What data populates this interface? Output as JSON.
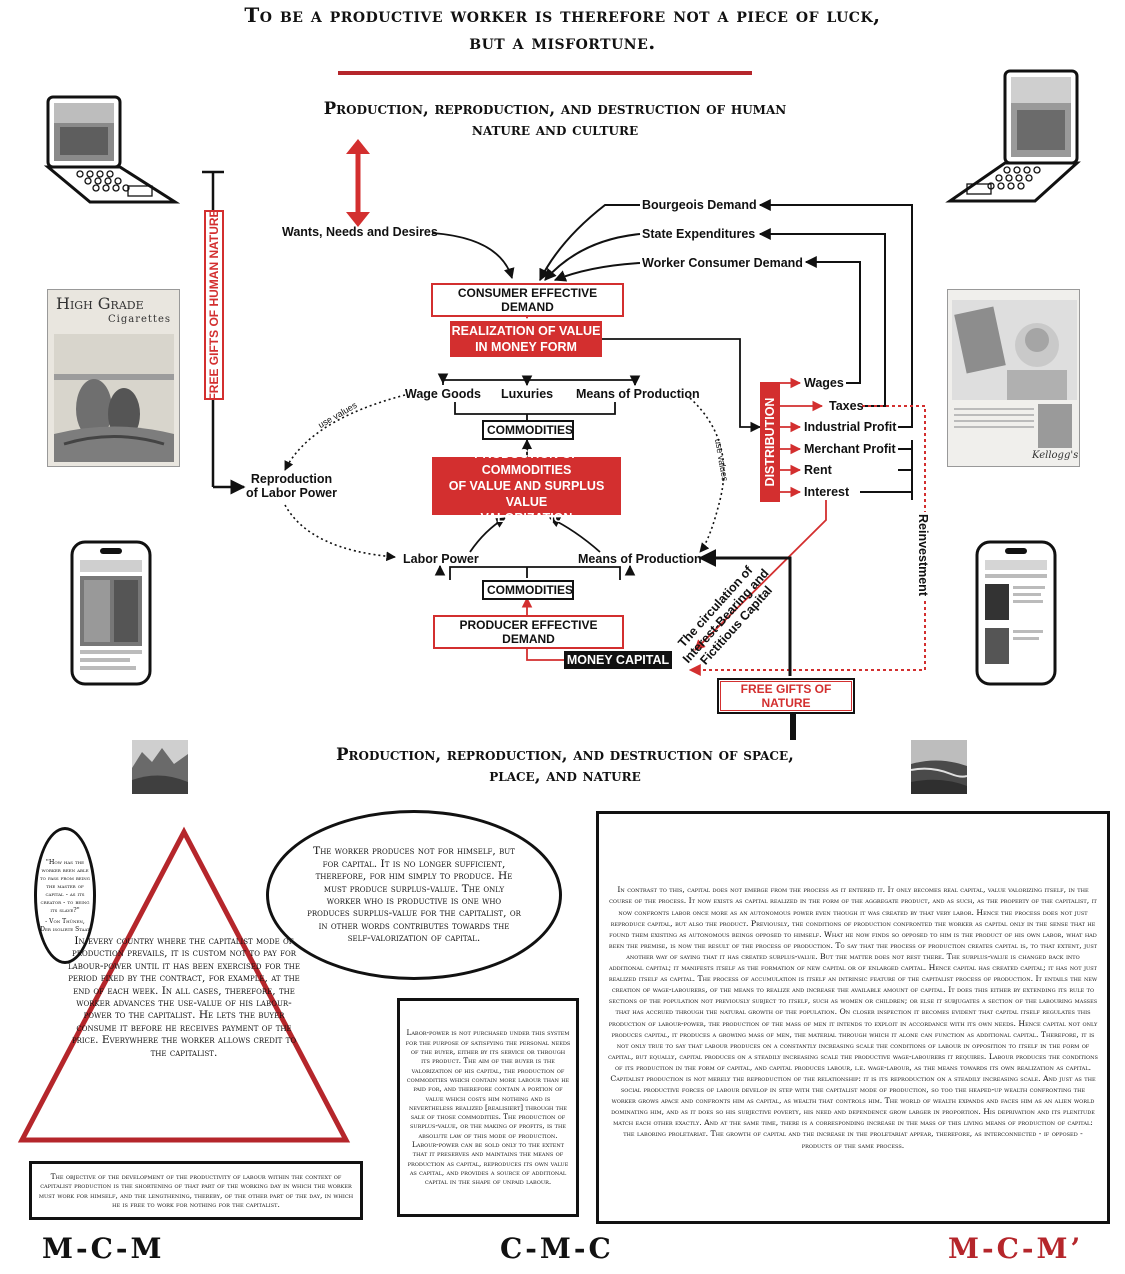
{
  "header": {
    "title_line1": "To be a productive worker is therefore not a piece of luck,",
    "title_line2": "but a misfortune."
  },
  "top_subhead": {
    "line1": "Production, reproduction, and destruction of human",
    "line2": "nature and culture"
  },
  "bottom_subhead": {
    "line1": "Production, reproduction, and destruction of space,",
    "line2": "place, and nature"
  },
  "diagram": {
    "free_gifts_human_nature": "FREE GIFTS OF HUMAN NATURE",
    "wants_needs": "Wants, Needs and Desires",
    "consumer_effective_demand": "CONSUMER EFFECTIVE DEMAND",
    "realization_line1": "REALIZATION OF VALUE",
    "realization_line2": "IN MONEY FORM",
    "wage_goods": "Wage Goods",
    "luxuries": "Luxuries",
    "means_of_production_top": "Means of Production",
    "commodities_top": "COMMODITIES",
    "production_line1": "PRODUCTION OF COMMODITIES",
    "production_line2": "OF VALUE AND SURPLUS VALUE",
    "production_line3": "VALORIZATION",
    "use_values_left": "use values",
    "use_values_right": "use values",
    "reproduction_line1": "Reproduction",
    "reproduction_line2": "of Labor Power",
    "labor_power": "Labor Power",
    "means_of_production_bottom": "Means of Production",
    "commodities_bottom": "COMMODITIES",
    "producer_effective_demand": "PRODUCER EFFECTIVE DEMAND",
    "money_capital": "MONEY CAPITAL",
    "free_gifts_nature": "FREE GIFTS OF NATURE",
    "distribution": "DISTRIBUTION",
    "bourgeois_demand": "Bourgeois Demand",
    "state_expenditures": "State Expenditures",
    "worker_consumer_demand": "Worker Consumer Demand",
    "wages": "Wages",
    "taxes": "Taxes",
    "industrial_profit": "Industrial Profit",
    "merchant_profit": "Merchant Profit",
    "rent": "Rent",
    "interest": "Interest",
    "reinvestment": "Reinvestment",
    "circulation_line1": "The circulation of",
    "circulation_line2": "Interest-Bearing and",
    "circulation_line3": "Fictitious Capital"
  },
  "side_images": {
    "poster_left_title1": "High Grade",
    "poster_left_title2": "Cigarettes",
    "poster_right_brand": "Kellogg's"
  },
  "quotes": {
    "small_oval": "\"How has the worker been able to pass from being the master of capital - as its creator - to being its slave?\"",
    "small_oval_attrib": "- Von Thünen, Der isolirte Staat",
    "triangle": "In every country where the capitalist mode of production prevails, it is custom not to pay for labour-power until it has been exercised for the period fixed by the contract, for example, at the end of each week. In all cases, therefore, the worker advances the use-value of his labour-power to the capitalist. He lets the buyer consume it before he receives payment of the price. Everywhere the worker allows credit to the capitalist.",
    "big_oval": "The worker produces not for himself, but for capital. It is no longer sufficient, therefore, for him simply to produce. He must produce surplus-value. The only worker who is productive is one who produces surplus-value for the capitalist, or in other words contributes towards the self-valorization of capital.",
    "bottom_left_box": "The objective of the development of the productivity of labour within the context of capitalist production is the shortening of that part of the working day in which the worker must work for himself, and the lengthening, thereby, of the other part of the day, in which he is free to work for nothing for the capitalist.",
    "middle_box": "Labor-power is not purchased under this system for the purpose of satisfying the personal needs of the buyer, either by its service or through its product. The aim of the buyer is the valorization of his capital, the production of commodities which contain more labour than he paid for, and therefore contain a portion of value which costs him nothing and is nevertheless realized [realisiert] through the sale of those commodities. The production of surplus-value, or the making of profits, is the absolute law of this mode of production. Labour-power can be sold only to the extent that it preserves and maintains the means of production as capital, reproduces its own value as capital, and provides a source of additional capital in the shape of unpaid labour.",
    "right_box": "In contrast to this, capital does not emerge from the process as it entered it. It only becomes real capital, value valorizing itself, in the course of the process. It now exists as capital realized in the form of the aggregate product, and as such, as the property of the capitalist, it now confronts labor once more as an autonomous power even though it was created by that very labor. Hence the process does not just reproduce capital, but also the product. Previously, the conditions of production confronted the worker as capital only in the sense that he found them existing as autonomous beings opposed to himself. What he now finds so opposed to him is the product of his own labor, what had been the premise, is now the result of the process of production. To say that the process of production creates capital is, to that extent, just another way of saying that it has created surplus-value. But the matter does not rest there. The surplus-value is changed back into additional capital; it manifests itself as the formation of new capital or of enlarged capital. Hence capital has created capital; it has not just realized itself as capital. The process of accumulation is itself an intrinsic feature of the capitalist process of production. It entails the new creation of wage-labourers, of the means to realize and increase the available amount of capital. It does this either by extending its rule to sections of the population not previously subject to itself, such as women or children; or else it subjugates a section of the labouring masses that has accrued through the natural growth of the population. On closer inspection it becomes evident that capital itself regulates this production of labour-power, the production of the mass of men it intends to exploit in accordance with its own needs. Hence capital not only produces capital, it produces a growing mass of men, the material through which it alone can function as additional capital. Therefore, it is not only true to say that labour produces on a constantly increasing scale the conditions of labour in opposition to itself in the form of capital, but equally, capital produces on a steadily increasing scale the productive wage-labourers it requires. Labour produces the conditions of its production in the form of capital, and capital produces labour, i.e. wage-labour, as the means towards its own realization as capital. Capitalist production is not merely the reproduction of the relationship: it is its reproduction on a steadily increasing scale. And just as the social productive forces of labour develop in step with the capitalist mode of production, so too the heaped-up wealth confronting the worker grows apace and confronts him as capital, as wealth that controls him. The world of wealth expands and faces him as an alien world dominating him, and as it does so his subjective poverty, his need and dependence grow larger in proportion. His deprivation and its plenitude match each other exactly. And at the same time, there is a corresponding increase in the mass of this living means of production of capital: the laboring proletariat. The growth of capital and the increase in the proletariat appear, therefore, as interconnected - if opposed - products of the same process."
  },
  "formulas": {
    "left": "M-C-M",
    "center": "C-M-C",
    "right": "M-C-M’"
  },
  "colors": {
    "accent_red": "#d32f2f",
    "dark_red": "#b5262b",
    "ink": "#111111"
  }
}
